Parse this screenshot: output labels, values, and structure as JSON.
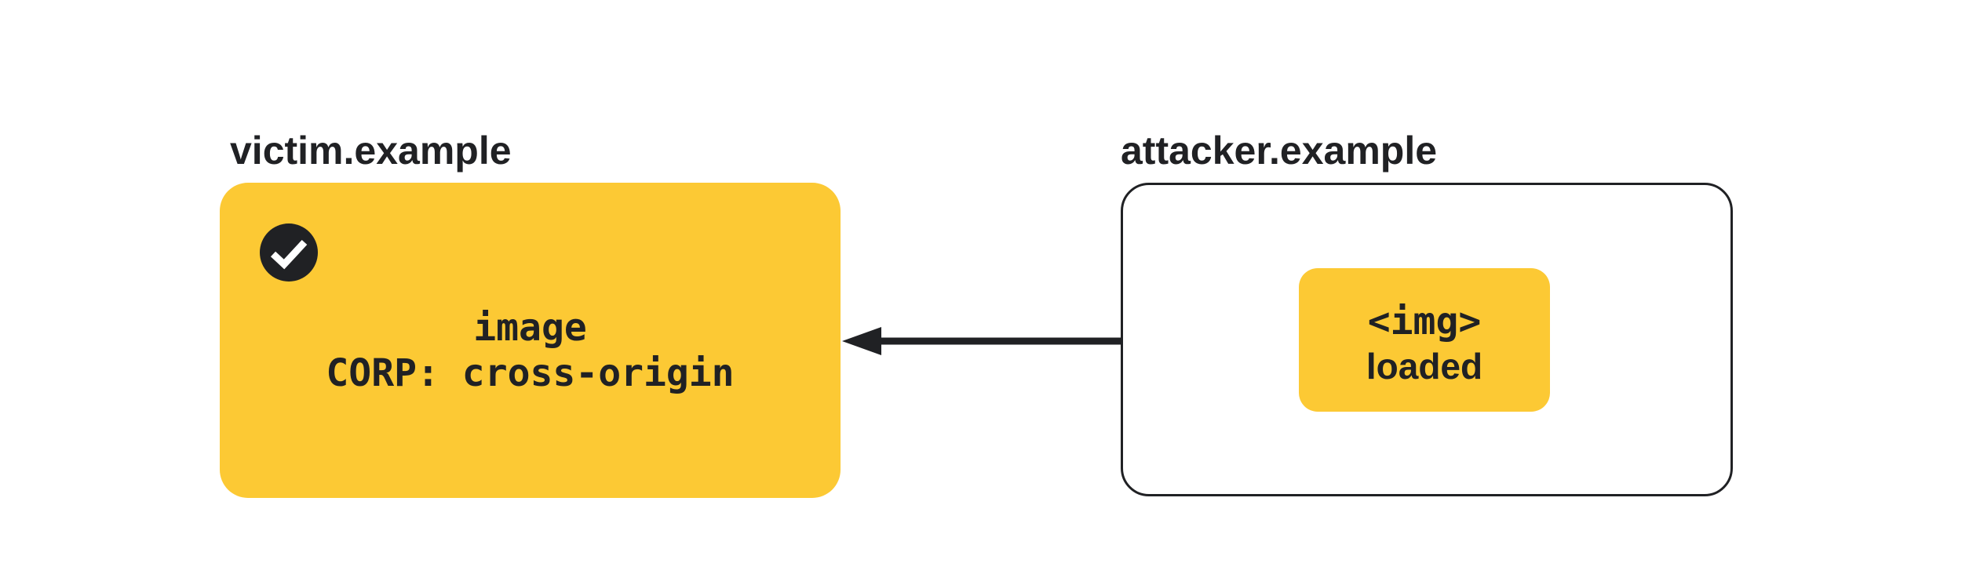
{
  "victim": {
    "label": "victim.example",
    "status_icon": "checkmark",
    "box": {
      "line1": "image",
      "line2": "CORP: cross-origin"
    }
  },
  "attacker": {
    "label": "attacker.example",
    "chip": {
      "line1": "<img>",
      "line2": "loaded"
    }
  },
  "arrow": {
    "direction": "left"
  },
  "colors": {
    "yellow": "#FCC934",
    "dark": "#202124",
    "background": "#FFFFFF"
  }
}
